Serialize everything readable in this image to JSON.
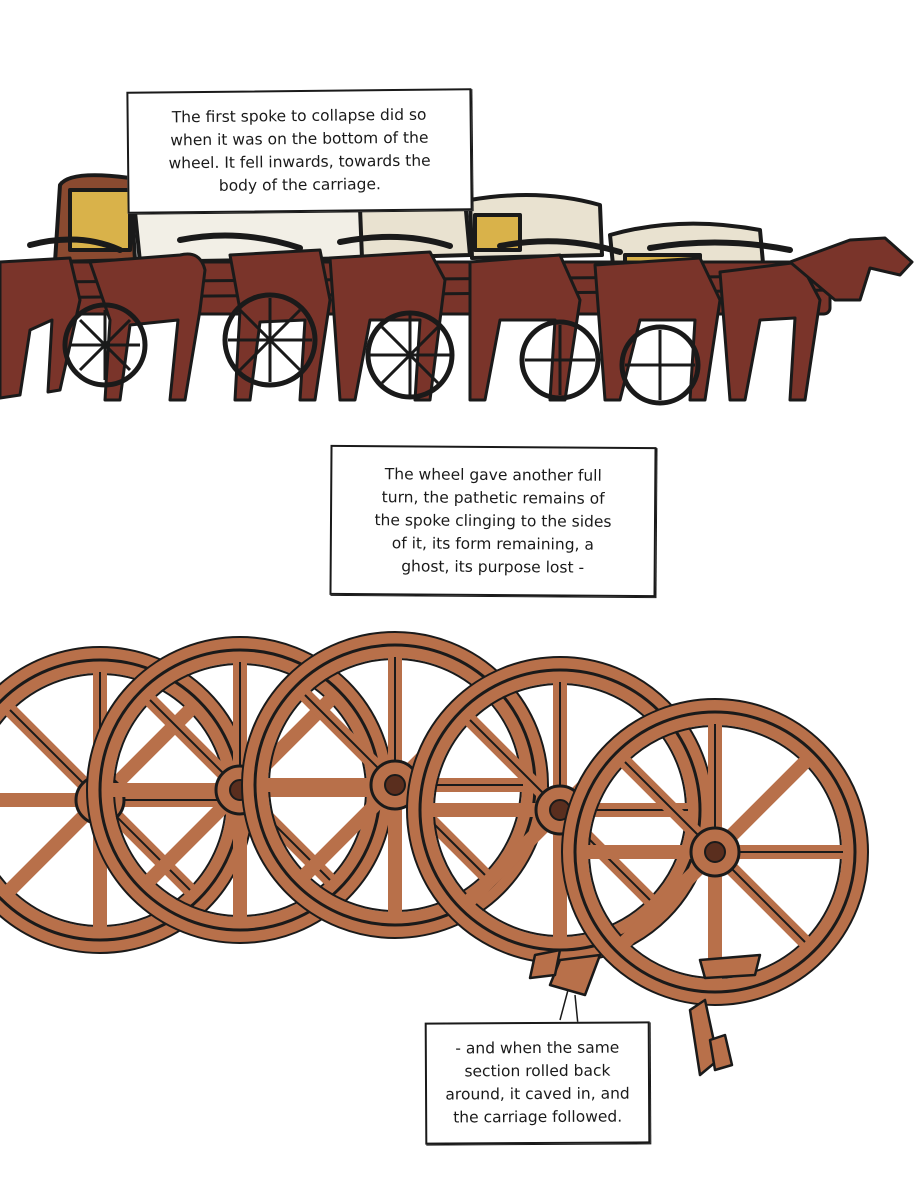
{
  "panels": [
    {
      "id": "caravan-panel",
      "caption_lines": [
        "The first spoke to collapse did so",
        "when it was on the bottom of the",
        "wheel. It fell inwards, towards the",
        "body of the carriage."
      ]
    },
    {
      "id": "narration-middle",
      "caption_lines": [
        "The wheel gave another full",
        "turn, the pathetic remains of",
        "the spoke clinging to the sides",
        "of it, its form remaining, a",
        "ghost, its purpose lost -"
      ]
    },
    {
      "id": "wheels-panel",
      "caption_lines": [
        "- and when the same",
        "section rolled back",
        "around, it caved in, and",
        "the carriage followed."
      ]
    }
  ],
  "colors": {
    "horse": "#7a342a",
    "wood": "#b8704a",
    "ink": "#1a1a1a",
    "cargo": "#d9b24a",
    "canvas": "#f2efe6"
  }
}
